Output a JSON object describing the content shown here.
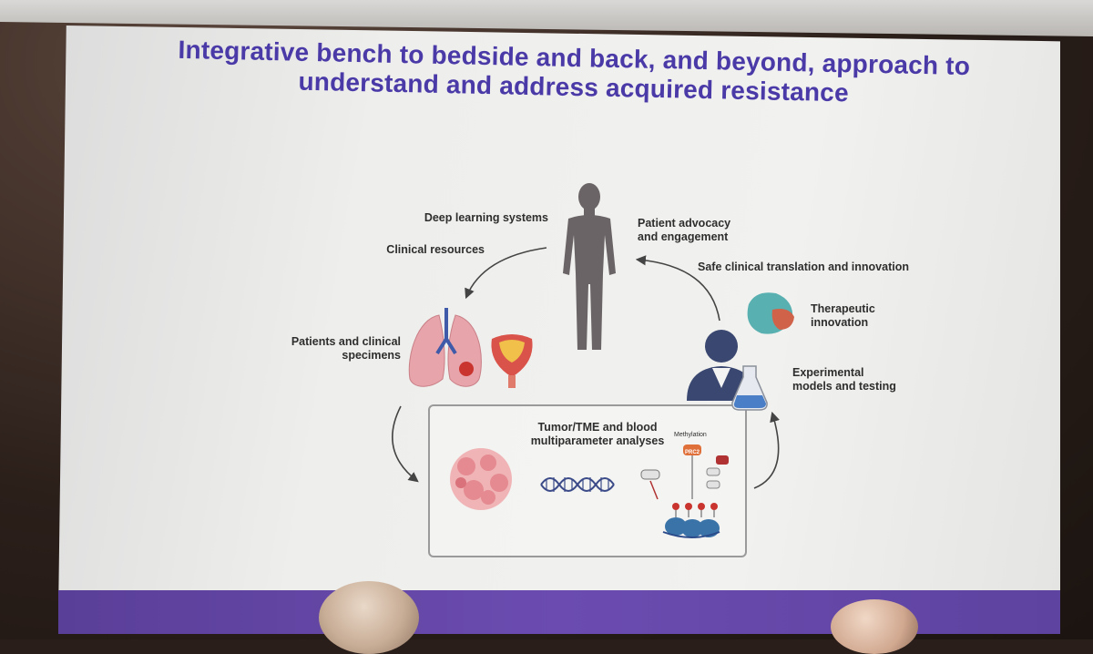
{
  "slide": {
    "title_line1": "Integrative bench to bedside and back, and beyond, approach to",
    "title_line2": "understand and address acquired resistance"
  },
  "labels": {
    "deep_learning": "Deep learning systems",
    "clinical_resources": "Clinical resources",
    "patient_advocacy_1": "Patient advocacy",
    "patient_advocacy_2": "and engagement",
    "safe_translation": "Safe clinical translation and innovation",
    "therapeutic_1": "Therapeutic",
    "therapeutic_2": "innovation",
    "patients_1": "Patients and clinical",
    "patients_2": "specimens",
    "experimental_1": "Experimental",
    "experimental_2": "models and testing",
    "analyses_1": "Tumor/TME and blood",
    "analyses_2": "multiparameter analyses",
    "methylation": "Methylation",
    "prc2": "PRC2"
  },
  "colors": {
    "title": "#4a3aa8",
    "bar": "#6b4bb0",
    "figure": "#6b6466",
    "lung": "#e7a4ab",
    "bladder": "#d9534a",
    "scientist": "#3a4770",
    "protein": "#58b0b0"
  },
  "icons": [
    "human-figure-icon",
    "lungs-icon",
    "bladder-icon",
    "scientist-icon",
    "flask-icon",
    "protein-icon",
    "tumor-cell-icon",
    "dna-icon",
    "nucleosome-icon"
  ]
}
